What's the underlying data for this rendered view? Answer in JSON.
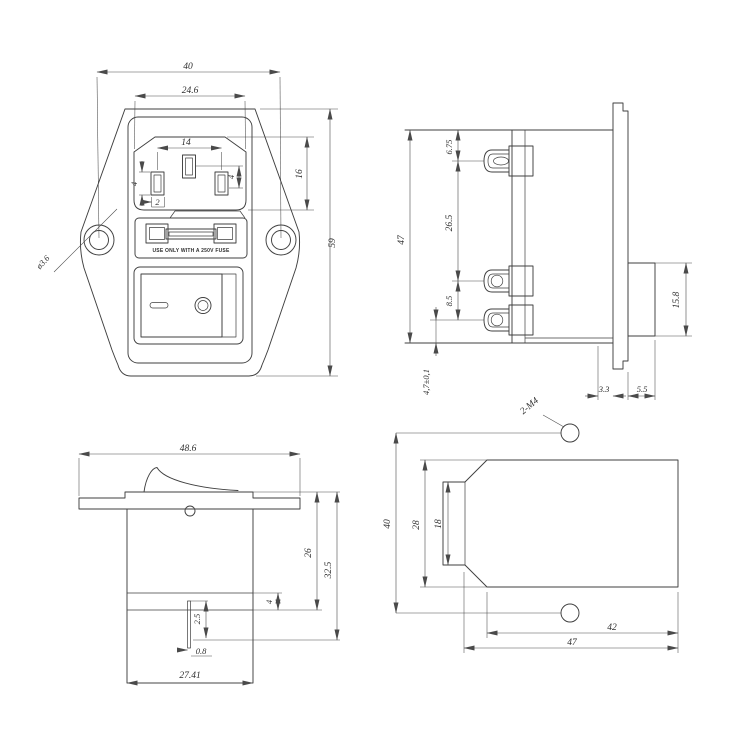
{
  "drawing": {
    "background": "#ffffff",
    "line_color": "#3f3f3f",
    "views": {
      "front": {
        "fuse_label": "USE ONLY WITH A 250V FUSE",
        "switch_on_symbol": "—",
        "switch_off_symbol": "O",
        "dims": {
          "hole_spacing": "40",
          "opening_width": "24.6",
          "pin_spacing": "14",
          "pin_length": "4",
          "pin_width": "2",
          "earth_offset": "4",
          "opening_height": "16",
          "overall_height": "59",
          "hole_diameter": "ø3.6"
        }
      },
      "side": {
        "dims": {
          "height": "47",
          "terminal_top": "6.75",
          "terminal_mid": "26.5",
          "terminal_low": "8.5",
          "terminal_bottom": "4,7±0,1",
          "boss_height": "15.8",
          "gap": "3.3",
          "boss_depth": "5.5",
          "thread": "2-M4"
        }
      },
      "top": {
        "dims": {
          "width": "48.6",
          "depth_body": "26",
          "depth_total": "32.5",
          "step": "4",
          "tab_len": "2.5",
          "tab_thk": "0.8",
          "body_width": "27.41"
        }
      },
      "cutout": {
        "dims": {
          "hole_spacing": "40",
          "height": "28",
          "notch": "18",
          "hole_edge": "42",
          "width": "47"
        }
      }
    }
  }
}
